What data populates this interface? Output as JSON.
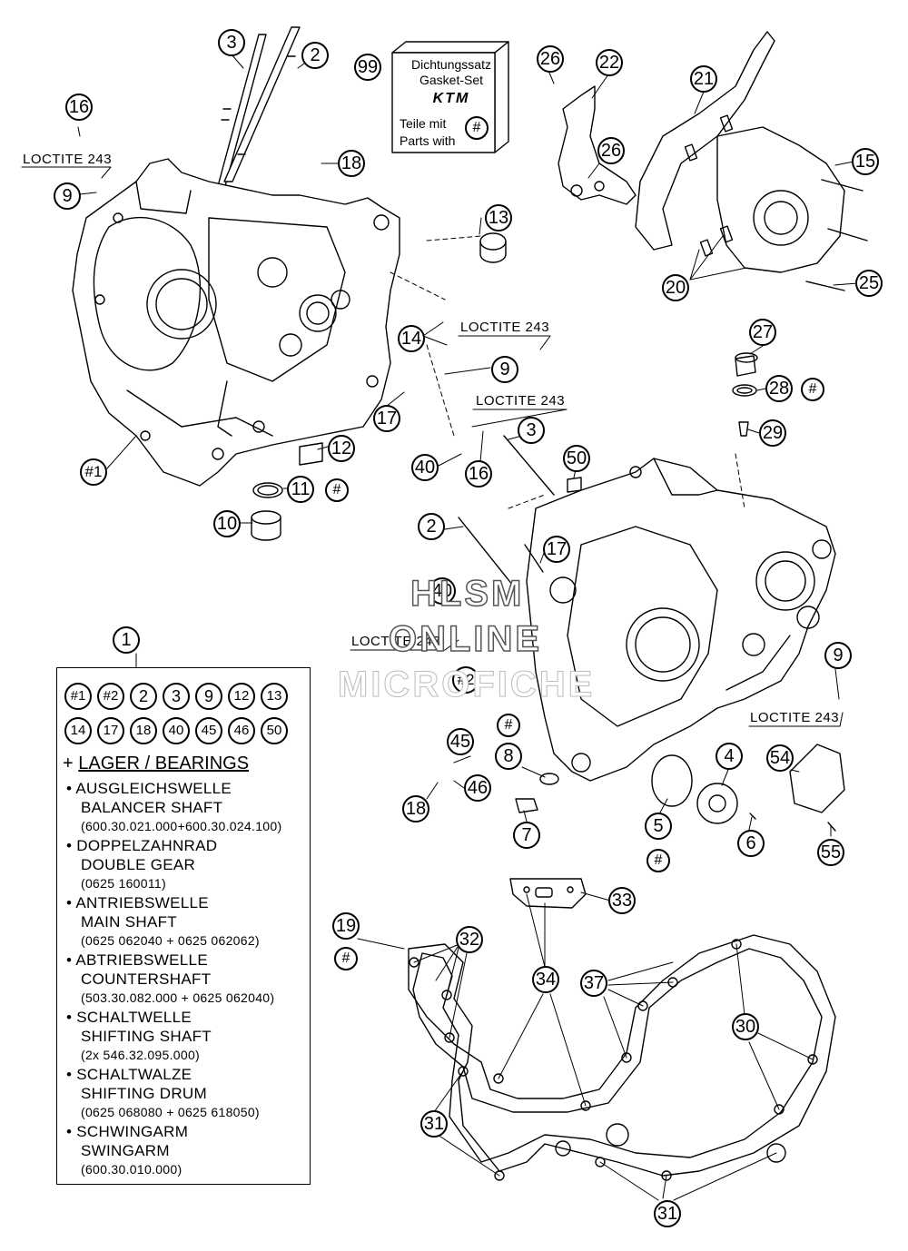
{
  "callouts": {
    "c3a": "3",
    "c2a": "2",
    "c99": "99",
    "c16a": "16",
    "c9a": "9",
    "c18a": "18",
    "c13": "13",
    "c14": "14",
    "c9b": "9",
    "c17a": "17",
    "c12": "12",
    "c11": "11",
    "c11h": "#",
    "c10": "10",
    "c1a": "#1",
    "c40a": "40",
    "c16b": "16",
    "c3b": "3",
    "c50": "50",
    "c26a": "26",
    "c22": "22",
    "c21": "21",
    "c26b": "26",
    "c15": "15",
    "c20": "20",
    "c25": "25",
    "c27": "27",
    "c28": "28",
    "c28h": "#",
    "c29": "29",
    "c2b": "2",
    "c17b": "17",
    "c40b": "40",
    "c2h": "#2",
    "c9c": "9",
    "c1": "1",
    "c45": "45",
    "c46": "46",
    "c18b": "18",
    "chash8": "#",
    "c8": "8",
    "c7": "7",
    "c4": "4",
    "c5": "5",
    "c5h": "#",
    "c6": "6",
    "c54": "54",
    "c55": "55",
    "c19": "19",
    "c19h": "#",
    "c32": "32",
    "c33": "33",
    "c34": "34",
    "c37": "37",
    "c30": "30",
    "c31a": "31",
    "c31b": "31"
  },
  "labels": {
    "loctite1": "LOCTITE 243",
    "loctite2": "LOCTITE 243",
    "loctite3": "LOCTITE 243",
    "loctite4": "LOCTITE 243",
    "loctite5": "LOCTITE 243"
  },
  "gasket_set": {
    "line1": "Dichtungssatz",
    "line2": "Gasket-Set",
    "brand": "KTM",
    "line3": "Teile mit",
    "line4": "Parts with",
    "symbol": "#"
  },
  "kit": {
    "parts_row1": [
      "#1",
      "#2",
      "2",
      "3",
      "9",
      "12",
      "13"
    ],
    "parts_row2": [
      "14",
      "17",
      "18",
      "40",
      "45",
      "46",
      "50"
    ],
    "heading_plus": "+",
    "heading": "LAGER / BEARINGS",
    "items": [
      {
        "de": "AUSGLEICHSWELLE",
        "en": "BALANCER SHAFT",
        "pn": "(600.30.021.000+600.30.024.100)"
      },
      {
        "de": "DOPPELZAHNRAD",
        "en": "DOUBLE GEAR",
        "pn": "(0625 160011)"
      },
      {
        "de": "ANTRIEBSWELLE",
        "en": "MAIN SHAFT",
        "pn": "(0625 062040 + 0625 062062)"
      },
      {
        "de": "ABTRIEBSWELLE",
        "en": "COUNTERSHAFT",
        "pn": "(503.30.082.000 + 0625 062040)"
      },
      {
        "de": "SCHALTWELLE",
        "en": "SHIFTING SHAFT",
        "pn": "(2x 546.32.095.000)"
      },
      {
        "de": "SCHALTWALZE",
        "en": "SHIFTING DRUM",
        "pn": "(0625 068080 + 0625 618050)"
      },
      {
        "de": "SCHWINGARM",
        "en": "SWINGARM",
        "pn": "(600.30.010.000)"
      }
    ]
  },
  "watermark": {
    "line1": "HLSM",
    "line2": "ONLINE",
    "line3": "MICROFICHE"
  }
}
